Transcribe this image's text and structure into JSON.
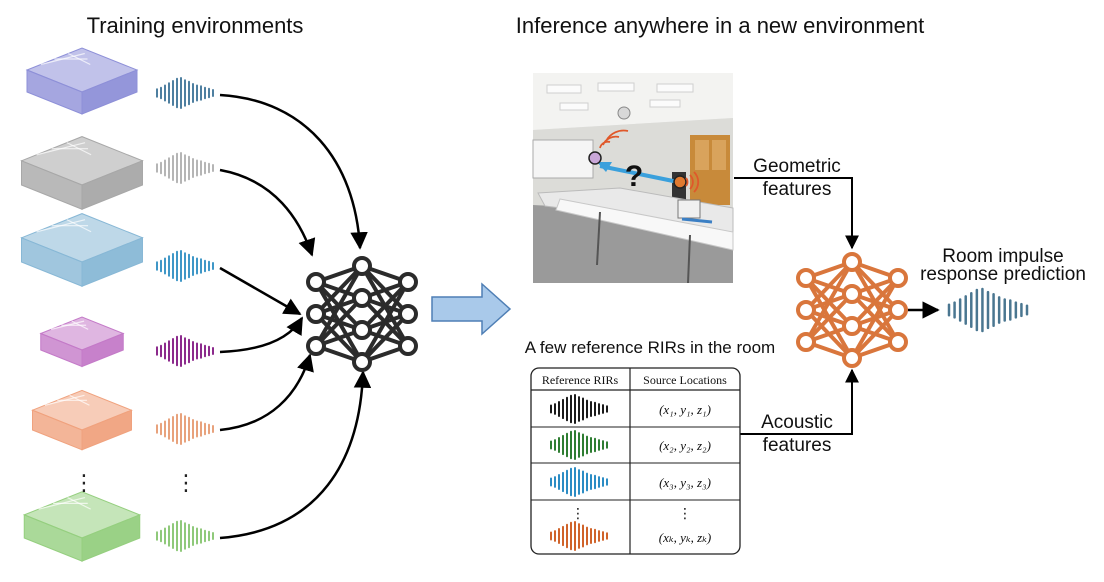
{
  "headings": {
    "training": "Training environments",
    "inference": "Inference anywhere in a new environment"
  },
  "labels": {
    "geometric_line1": "Geometric",
    "geometric_line2": "features",
    "acoustic_line1": "Acoustic",
    "acoustic_line2": "features",
    "output_line1": "Room impulse",
    "output_line2": "response prediction",
    "table_caption": "A few reference RIRs in the room",
    "vertical_ellipsis": "⋮",
    "photo_question_mark": "?"
  },
  "table": {
    "col1_header": "Reference RIRs",
    "col2_header": "Source Locations",
    "rows": [
      {
        "loc": "(x₁, y₁, z₁)",
        "color": "#1a1a1a"
      },
      {
        "loc": "(x₂, y₂, z₂)",
        "color": "#2e7d32"
      },
      {
        "loc": "(x₃, y₃, z₃)",
        "color": "#2b8cc4"
      },
      {
        "loc": "(xₖ, yₖ, zₖ)",
        "color": "#d0632a"
      }
    ]
  },
  "colors": {
    "training_env_colors": [
      "#8e90d8",
      "#a8a8a8",
      "#88b8d6",
      "#c47ac8",
      "#f0a27e",
      "#95cf7f"
    ],
    "training_wave_colors": [
      "#4e7fa0",
      "#b5b5b5",
      "#3f97c7",
      "#8c2a8c",
      "#e8a27c",
      "#8fc97a"
    ],
    "network_dark": "#2b2b2b",
    "network_orange": "#d9763c",
    "output_wave": "#4a7690",
    "big_arrow_fill": "#a9c9ea",
    "big_arrow_stroke": "#4f7fb5"
  }
}
